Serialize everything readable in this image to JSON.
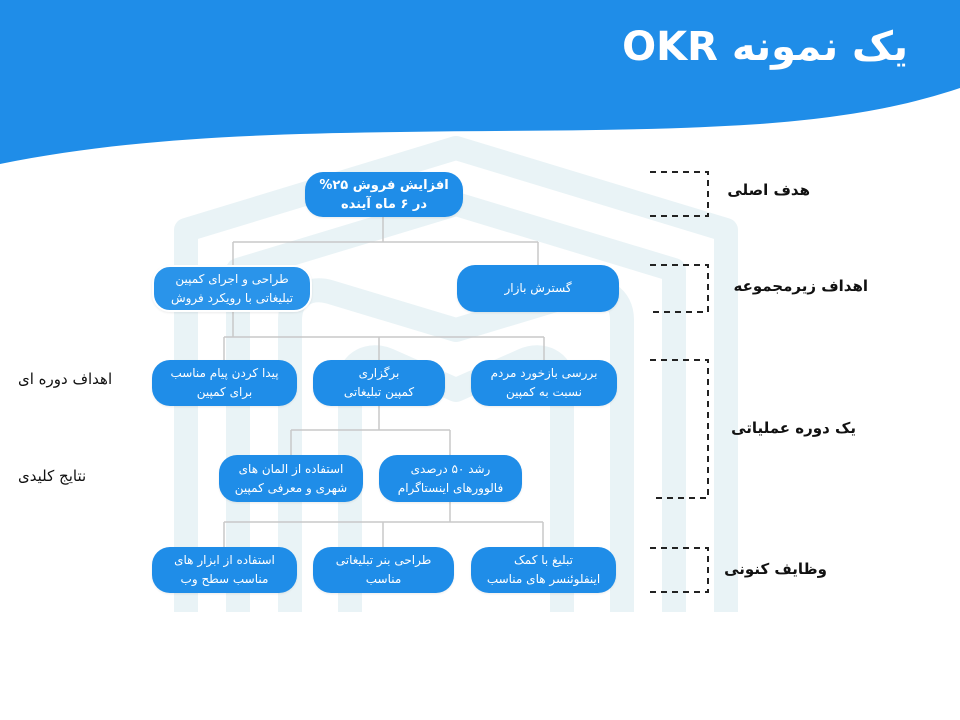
{
  "title": "یک نمونه OKR",
  "colors": {
    "header": "#1f8de8",
    "node": "#1f8de8",
    "connector": "#c8c8c8",
    "bracket": "#222222",
    "watermark": "#e9f3f6"
  },
  "nodes": {
    "main_goal": {
      "line1": "افزایش فروش ۲۵%",
      "line2": "در ۶ ماه آینده"
    },
    "sub_design": {
      "line1": "طراحی و اجرای کمپین",
      "line2": "تبلیغاتی با رویکرد فروش"
    },
    "sub_market": {
      "line1": "گسترش بازار"
    },
    "period_message": {
      "line1": "پیدا کردن پیام مناسب",
      "line2": "برای کمپین"
    },
    "period_campaign": {
      "line1": "برگزاری",
      "line2": "کمپین تبلیغاتی"
    },
    "period_feedback": {
      "line1": "بررسی بازخورد مردم",
      "line2": "نسبت به کمپین"
    },
    "result_elements": {
      "line1": "استفاده از المان های",
      "line2": "شهری و معرفی کمپین"
    },
    "result_growth": {
      "line1": "رشد ۵۰ درصدی",
      "line2": "فالوورهای اینستاگرام"
    },
    "task_web": {
      "line1": "استفاده از ابزار های",
      "line2": "مناسب سطح وب"
    },
    "task_banner": {
      "line1": "طراحی بنر تبلیغاتی",
      "line2": "مناسب"
    },
    "task_influencer": {
      "line1": "تبلیغ با کمک",
      "line2": "اینفلوئنسر های مناسب"
    }
  },
  "right_labels": {
    "main": "هدف اصلی",
    "sub": "اهداف زیرمجموعه",
    "operational": "یک دوره عملیاتی",
    "tasks": "وظایف کنونی"
  },
  "left_labels": {
    "period": "اهداف دوره ای",
    "results": "نتایج کلیدی"
  }
}
